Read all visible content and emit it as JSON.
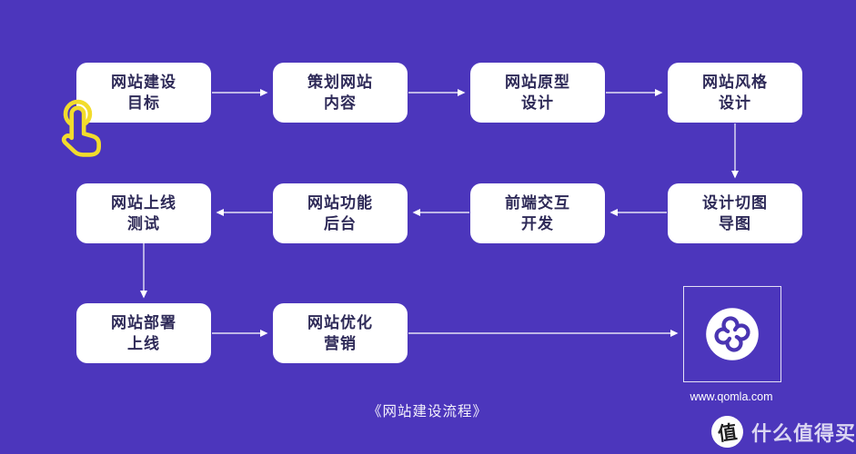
{
  "diagram": {
    "caption": "《网站建设流程》",
    "nodes": [
      {
        "id": "goal",
        "line1": "网站建设",
        "line2": "目标"
      },
      {
        "id": "plan",
        "line1": "策划网站",
        "line2": "内容"
      },
      {
        "id": "prototype",
        "line1": "网站原型",
        "line2": "设计"
      },
      {
        "id": "style",
        "line1": "网站风格",
        "line2": "设计"
      },
      {
        "id": "test",
        "line1": "网站上线",
        "line2": "测试"
      },
      {
        "id": "backend",
        "line1": "网站功能",
        "line2": "后台"
      },
      {
        "id": "frontend",
        "line1": "前端交互",
        "line2": "开发"
      },
      {
        "id": "slice",
        "line1": "设计切图",
        "line2": "导图"
      },
      {
        "id": "deploy",
        "line1": "网站部署",
        "line2": "上线"
      },
      {
        "id": "marketing",
        "line1": "网站优化",
        "line2": "营销"
      }
    ],
    "flow_order": [
      "网站建设目标",
      "策划网站内容",
      "网站原型设计",
      "网站风格设计",
      "设计切图导图",
      "前端交互开发",
      "网站功能后台",
      "网站上线测试",
      "网站部署上线",
      "网站优化营销"
    ]
  },
  "logo": {
    "website_url": "www.qomla.com",
    "icon": "qomla-clover-knot"
  },
  "watermark": {
    "badge": "值",
    "text": "什么值得买"
  },
  "icons": {
    "cursor": "tap-hand-icon"
  },
  "colors": {
    "background": "#4C36BC",
    "node_fill": "#FFFFFF",
    "node_text": "#2E2A58",
    "arrow_line": "#E9E6F9",
    "arrow_head": "#FFFFFF",
    "cursor_yellow": "#F2DC2C",
    "logo_purple": "#4A35B2",
    "watermark_text": "rgba(255,255,255,0.8)"
  }
}
